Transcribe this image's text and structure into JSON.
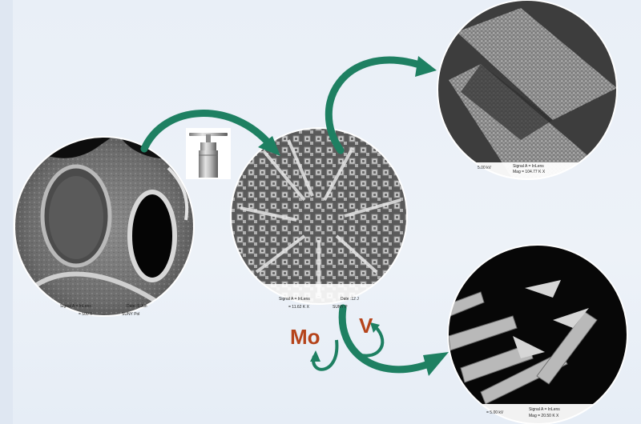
{
  "labels": {
    "dopant_mo": "Mo",
    "dopant_v": "V"
  },
  "captions": {
    "foam": {
      "line1": "Signal A = InLens",
      "line2": "Date :5 Jun",
      "line3": "= 500 X",
      "line4": "SUNY Pol"
    },
    "nanorods": {
      "line1": "Signal A = InLens",
      "line2": "Date :12 J",
      "line3": "= 11.62 K X",
      "line4": "SUNY P"
    },
    "tube": {
      "line1": "5.00 kV",
      "line2": "Signal A = InLens",
      "line3": "Mag = 104.77 K X"
    },
    "doped": {
      "line1": "= 5.00 kV",
      "line2": "Signal A = InLens",
      "line3": "Mag = 20.50 K X"
    }
  },
  "colors": {
    "arrow": "#1e8062",
    "arrow_dark": "#145c46",
    "dopant_text": "#b5441b",
    "background": "#e9eff7"
  },
  "icons": {
    "autoclave": "autoclave-icon"
  }
}
